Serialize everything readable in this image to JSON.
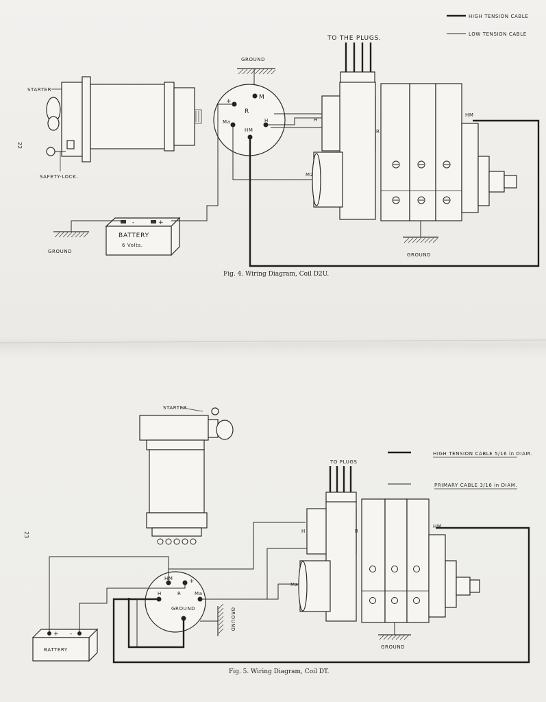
{
  "page_top": {
    "page_number": "22",
    "legend": {
      "high_tension": "HIGH TENSION CABLE",
      "low_tension": "LOW TENSION CABLE"
    },
    "labels": {
      "to_plugs": "TO THE PLUGS.",
      "ground_top": "GROUND",
      "starter": "STARTER",
      "safety_lock": "SAFETY-LOCK.",
      "battery": "BATTERY",
      "battery_volts": "6 Volts.",
      "ground_left": "GROUND",
      "ground_bottom": "GROUND",
      "switch_M": "M",
      "switch_R": "R",
      "switch_Ma": "Ma",
      "switch_HM": "HM",
      "switch_H": "H",
      "switch_plus": "+",
      "mag_H": "H",
      "mag_R": "R",
      "mag_HM": "HM",
      "mag_M2": "M2",
      "batt_minus": "-",
      "batt_plus": "+"
    },
    "caption": "Fig. 4.  Wiring Diagram, Coil D2U."
  },
  "page_bottom": {
    "page_number": "23",
    "legend": {
      "high_tension": "HIGH TENSION CABLE 5/16 in DIAM.",
      "primary": "PRIMARY CABLE 3/16 in DIAM."
    },
    "labels": {
      "starter": "STARTER",
      "to_plugs": "TO PLUGS",
      "battery": "BATTERY",
      "ground_switch": "GROUND",
      "ground_vertical": "GROUND",
      "ground_bottom": "GROUND",
      "switch_HM": "HM",
      "switch_plus": "+",
      "switch_H": "H",
      "switch_R": "R",
      "switch_Ma": "Ma",
      "mag_H": "H",
      "mag_R": "R",
      "mag_HM": "HM",
      "mag_Ma": "Ma",
      "batt_plus": "+",
      "batt_minus": "-"
    },
    "caption": "Fig. 5.  Wiring Diagram, Coil DT."
  }
}
